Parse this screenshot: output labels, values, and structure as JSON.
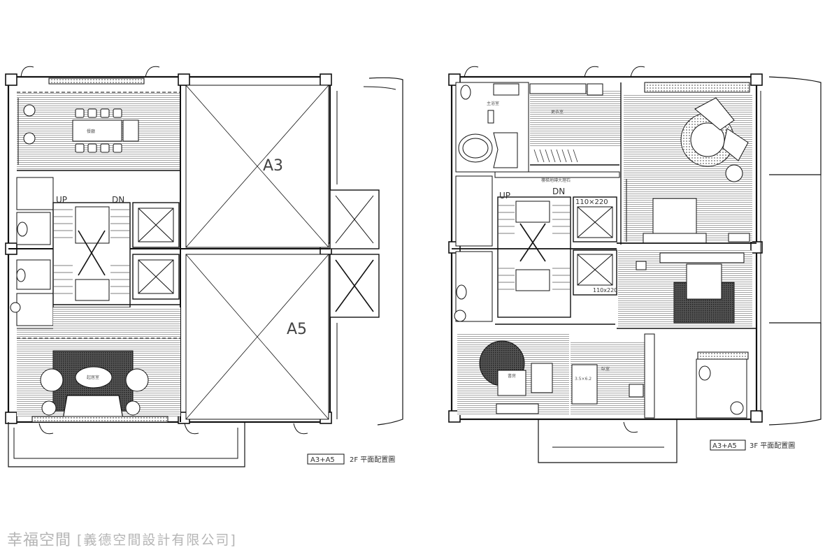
{
  "plan_2f": {
    "title_box": "A3+A5",
    "title": "2F 平面配置圖",
    "unit_a3": "A3",
    "unit_a5": "A5",
    "stair_up": "UP",
    "stair_down": "DN",
    "room_dining": "餐廳",
    "room_living": "起居室"
  },
  "plan_3f": {
    "title_box": "A3+A5",
    "title": "3F 平面配置圖",
    "stair_up": "UP",
    "stair_down": "DN",
    "elevator_dim_top": "110×220",
    "elevator_dim_bottom": "110x220",
    "floor_note": "樓梯地磚大理石",
    "room_master_bath": "主浴室",
    "room_walk_in_closet": "更衣室",
    "room_study": "書房",
    "room_bedroom": "臥室",
    "bed_size": "3.5×6.2"
  },
  "watermark": {
    "brand": "幸福空間",
    "company": "[義德空間設計有限公司]"
  },
  "colors": {
    "line": "#111111",
    "hatch": "#9a9a9a",
    "rug": "#444444",
    "watermark": "#b5b5b5"
  }
}
